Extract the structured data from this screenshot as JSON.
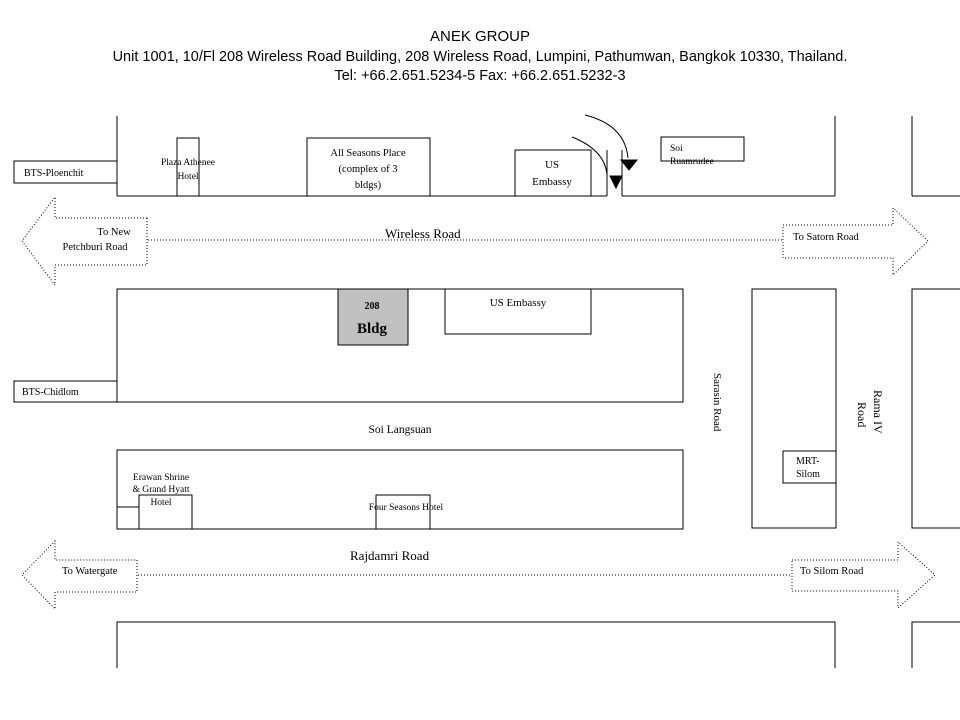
{
  "header": {
    "company": "ANEK GROUP",
    "address": "Unit 1001, 10/Fl 208 Wireless Road Building, 208 Wireless Road, Lumpini, Pathumwan, Bangkok 10330, Thailand.",
    "contact": "Tel: +66.2.651.5234-5   Fax: +66.2.651.5232-3"
  },
  "map": {
    "roads": {
      "wireless": "Wireless Road",
      "soi_langsuan": "Soi Langsuan",
      "rajdamri": "Rajdamri Road",
      "sarasin": "Sarasin Road",
      "rama_iv": [
        "Rama IV",
        "Road"
      ]
    },
    "arrows": {
      "to_new_petchburi": [
        "To New",
        "Petchburi Road"
      ],
      "to_satorn": "To Satorn Road",
      "to_watergate": "To Watergate",
      "to_silom": "To Silom Road"
    },
    "stations": {
      "bts_ploenchit": "BTS-Ploenchit",
      "bts_chidlom": "BTS-Chidlom",
      "mrt_silom": [
        "MRT-",
        "Silom"
      ]
    },
    "buildings": {
      "plaza_athenee": [
        "Plaza Athenee",
        "Hotel"
      ],
      "all_seasons": [
        "All Seasons Place",
        "(complex of 3",
        "bldgs)"
      ],
      "us_embassy_north": [
        "US",
        "Embassy"
      ],
      "soi_ruamrudee": [
        "Soi",
        "Ruamrudee"
      ],
      "bldg_208": [
        "208",
        "Bldg"
      ],
      "us_embassy_south": "US Embassy",
      "erawan": [
        "Erawan Shrine",
        "& Grand Hyatt",
        "Hotel"
      ],
      "four_seasons": "Four Seasons Hotel"
    },
    "colors": {
      "highlight": "#c0c0c0"
    }
  }
}
